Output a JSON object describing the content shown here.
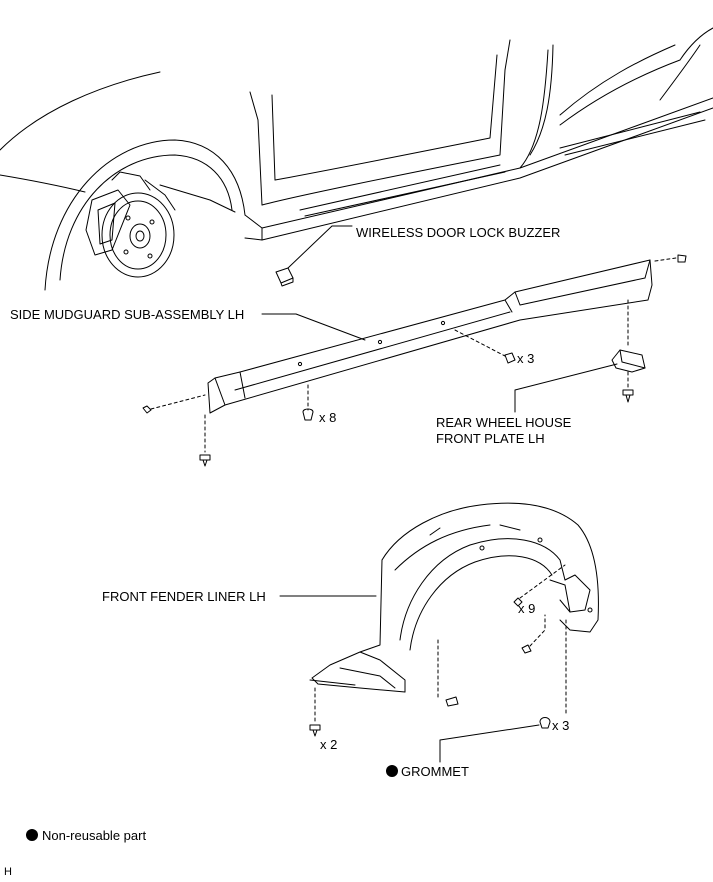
{
  "labels": {
    "wireless_buzzer": "WIRELESS DOOR LOCK BUZZER",
    "side_mudguard": "SIDE MUDGUARD SUB-ASSEMBLY LH",
    "rear_plate_line1": "REAR WHEEL HOUSE",
    "rear_plate_line2": "FRONT PLATE LH",
    "front_liner": "FRONT FENDER LINER LH",
    "grommet": "GROMMET"
  },
  "quantities": {
    "mudguard_top_clips": "x 3",
    "mudguard_bottom_clips": "x 8",
    "liner_side_clips": "x 9",
    "liner_front_screws": "x 2",
    "liner_rear_clips": "x 3"
  },
  "legend": {
    "non_reusable": "Non-reusable part"
  },
  "corner_mark": "H",
  "colors": {
    "line": "#000000",
    "background": "#ffffff",
    "non_reusable_mark": "#000000"
  }
}
